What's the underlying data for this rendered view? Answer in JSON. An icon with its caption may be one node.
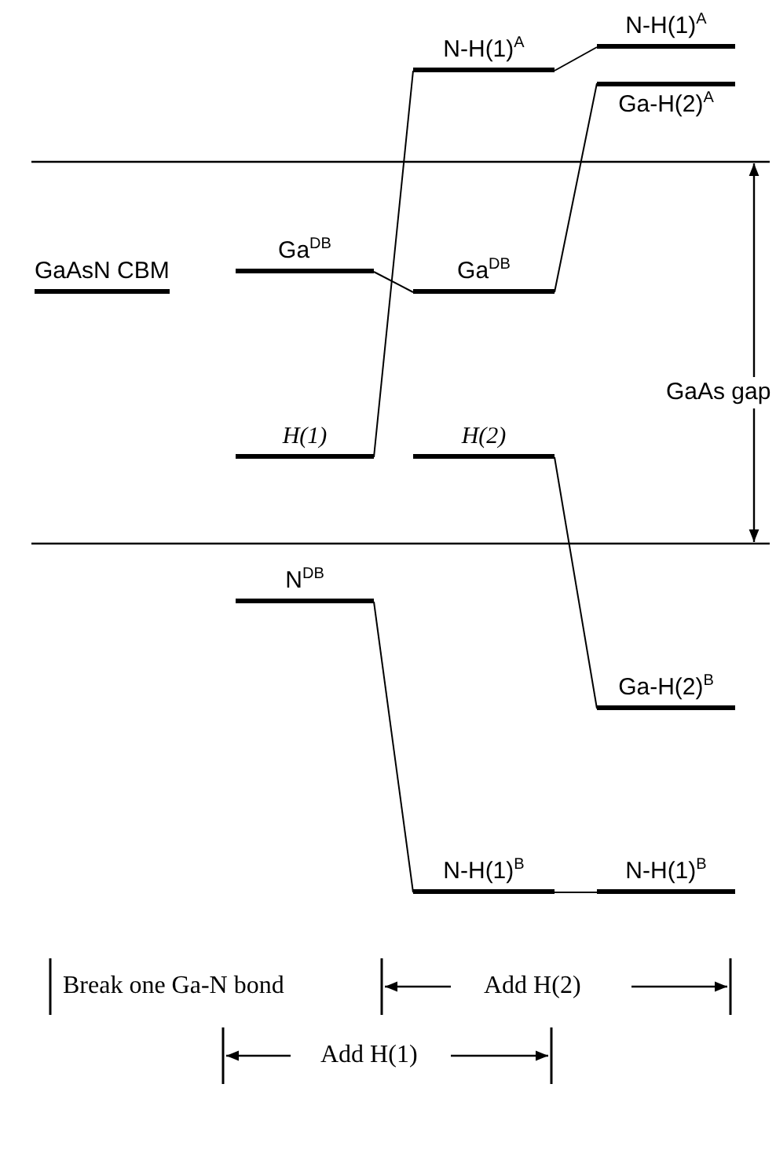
{
  "diagram": {
    "nodes": [
      {
        "text": [
          "GaAsN CBM"
        ]
      },
      {
        "text": [
          "Ga$^{DB}$"
        ]
      },
      {
        "text": [
          "H(1)"
        ]
      },
      {
        "text": [
          "N$^{DB}$"
        ]
      },
      {
        "text": [
          "N-H(1)$^{A}$"
        ]
      },
      {
        "text": [
          "Ga$^{DB}$"
        ]
      },
      {
        "text": [
          "H(2)"
        ]
      },
      {
        "text": [
          "N-H(1)$^{B}$"
        ]
      },
      {
        "text": [
          "N-H(1)$^{A}$"
        ]
      },
      {
        "text": [
          "Ga-H(2)$^{A}$"
        ]
      },
      {
        "text": [
          "Ga-H(2)$^{B}$"
        ]
      },
      {
        "text": [
          "N-H(1)$^{B}$"
        ]
      }
    ],
    "edges": [
      {
        "from": 1,
        "to": 5,
        "arrow": "none"
      },
      {
        "from": 2,
        "to": 4,
        "arrow": "none"
      },
      {
        "from": 3,
        "to": 7,
        "arrow": "none"
      },
      {
        "from": 4,
        "to": 8,
        "arrow": "none"
      },
      {
        "from": 5,
        "to": 9,
        "arrow": "none"
      },
      {
        "from": 6,
        "to": 10,
        "arrow": "none"
      },
      {
        "from": 7,
        "to": 11,
        "arrow": "none"
      }
    ],
    "labels": [
      "GaAs gap",
      "Break one Ga-N bond",
      "Add H(2)",
      "Add H(1)"
    ]
  }
}
